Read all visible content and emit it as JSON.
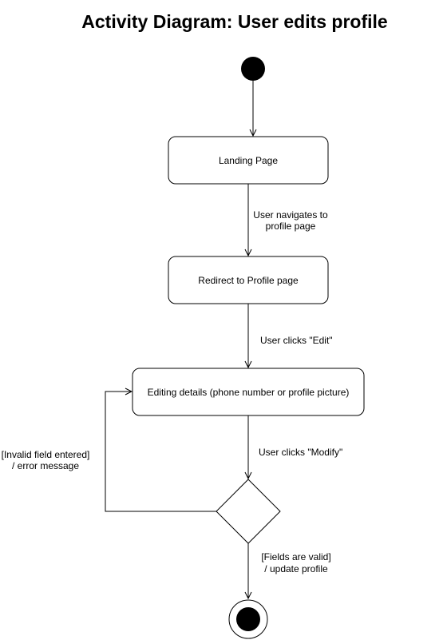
{
  "title": "Activity Diagram: User edits profile",
  "nodes": {
    "landing": "Landing Page",
    "redirect": "Redirect to Profile page",
    "editing": "Editing details (phone number or profile picture)"
  },
  "edges": {
    "navigate": {
      "line1": "User navigates to",
      "line2": "profile page"
    },
    "edit": {
      "line1": "User clicks \"Edit\""
    },
    "modify": {
      "line1": "User clicks \"Modify\""
    },
    "invalid": {
      "line1": "[Invalid field entered]",
      "line2": "/ error message"
    },
    "valid": {
      "line1": "[Fields are valid]",
      "line2": "/ update profile"
    }
  },
  "colors": {
    "stroke": "#000000",
    "fill": "#ffffff",
    "node_fill": "#000000"
  }
}
